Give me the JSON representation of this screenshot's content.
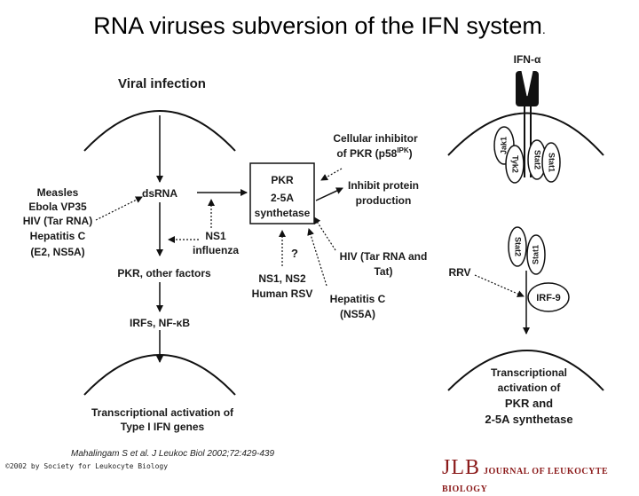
{
  "slide": {
    "title": "RNA viruses subversion of the IFN system",
    "title_suffix": "."
  },
  "labels": {
    "viral_infection": "Viral infection",
    "measles_group": [
      "Measles",
      "Ebola VP35",
      "HIV (Tar RNA)",
      "Hepatitis C",
      "(E2, NS5A)"
    ],
    "dsrna": "dsRNA",
    "ns1_influenza": [
      "NS1",
      "influenza"
    ],
    "pkr_other": "PKR, other factors",
    "irfs_nfkb": "IRFs, NF-κB",
    "transcriptional_ifn": [
      "Transcriptional activation of",
      "Type I IFN genes"
    ],
    "pkr_box": [
      "PKR",
      "2-5A",
      "synthetase"
    ],
    "cellular_inhibitor": [
      "Cellular inhibitor",
      "of PKR (p58"
    ],
    "cellular_inhibitor_sup": "IPK",
    "cellular_inhibitor_end": ")",
    "inhibit_protein": [
      "Inhibit protein",
      "production"
    ],
    "question": "?",
    "ns1_ns2_rsv": [
      "NS1, NS2",
      "Human RSV"
    ],
    "hiv_tat": [
      "HIV (Tar RNA and",
      "Tat)"
    ],
    "hepatitis_ns5a": [
      "Hepatitis C",
      "(NS5A)"
    ],
    "ifn_alpha": "IFN-α",
    "jak1": "Jak1",
    "tyk2": "Tyk2",
    "stat2_a": "Stat2",
    "stat1_a": "Stat1",
    "stat2_b": "Stat2",
    "stat1_b": "Stat1",
    "rrv": "RRV",
    "irf9": "IRF-9",
    "transcriptional_pkr": [
      "Transcriptional",
      "activation of",
      "PKR and",
      "2-5A synthetase"
    ]
  },
  "footer": {
    "citation": "Mahalingam S et al. J Leukoc Biol 2002;72:429-439",
    "copyright": "©2002 by Society for Leukocyte Biology",
    "journal_logo": "JLB",
    "journal_name": "JOURNAL OF LEUKOCYTE BIOLOGY"
  }
}
